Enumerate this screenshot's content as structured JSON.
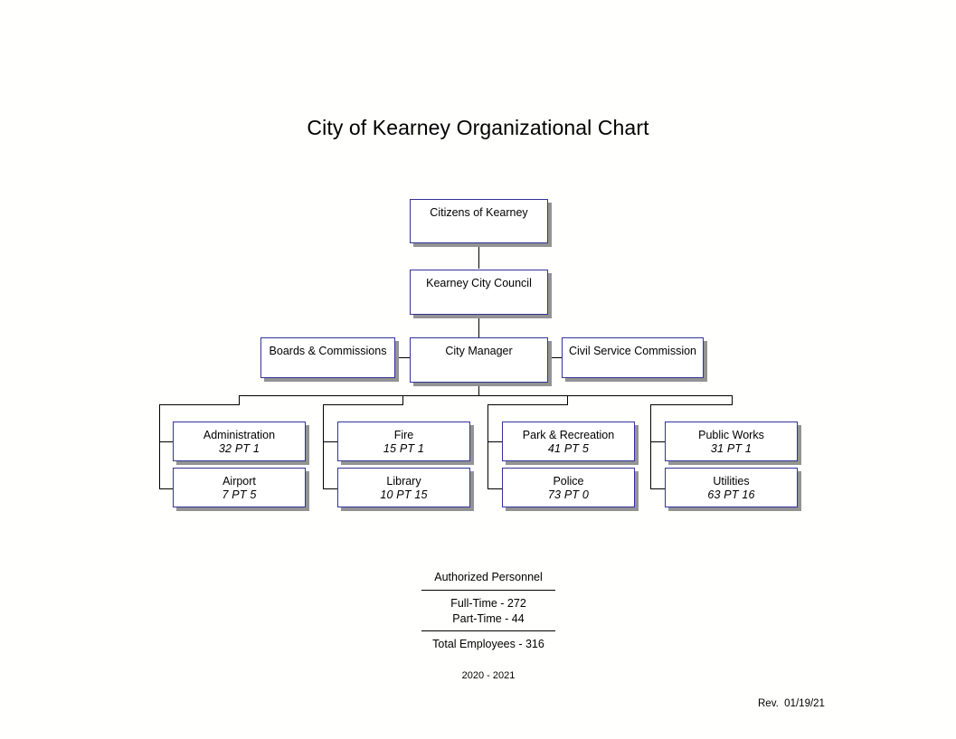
{
  "title": "City of Kearney Organizational Chart",
  "colors": {
    "box_border": "#333399",
    "box_shadow": "#939393",
    "connector": "#000000",
    "background": "#ffffff",
    "text": "#000000"
  },
  "hierarchy": {
    "citizens": {
      "label": "Citizens of Kearney"
    },
    "council": {
      "label": "Kearney City Council"
    },
    "city_manager": {
      "label": "City Manager"
    },
    "boards": {
      "label": "Boards & Commissions"
    },
    "civil_service": {
      "label": "Civil Service Commission"
    }
  },
  "departments": [
    {
      "name": "Administration",
      "staffing": "32 PT 1"
    },
    {
      "name": "Airport",
      "staffing": "7  PT 5"
    },
    {
      "name": "Fire",
      "staffing": "15  PT 1"
    },
    {
      "name": "Library",
      "staffing": "10  PT 15"
    },
    {
      "name": "Park & Recreation",
      "staffing": "41  PT 5"
    },
    {
      "name": "Police",
      "staffing": "73  PT 0"
    },
    {
      "name": "Public Works",
      "staffing": "31 PT 1"
    },
    {
      "name": "Utilities",
      "staffing": "63  PT 16"
    }
  ],
  "legend": {
    "heading": "Authorized Personnel",
    "full_time": "Full-Time - 272",
    "part_time": "Part-Time - 44",
    "total": "Total Employees - 316",
    "year": "2020 - 2021"
  },
  "revision": "Rev.  01/19/21"
}
